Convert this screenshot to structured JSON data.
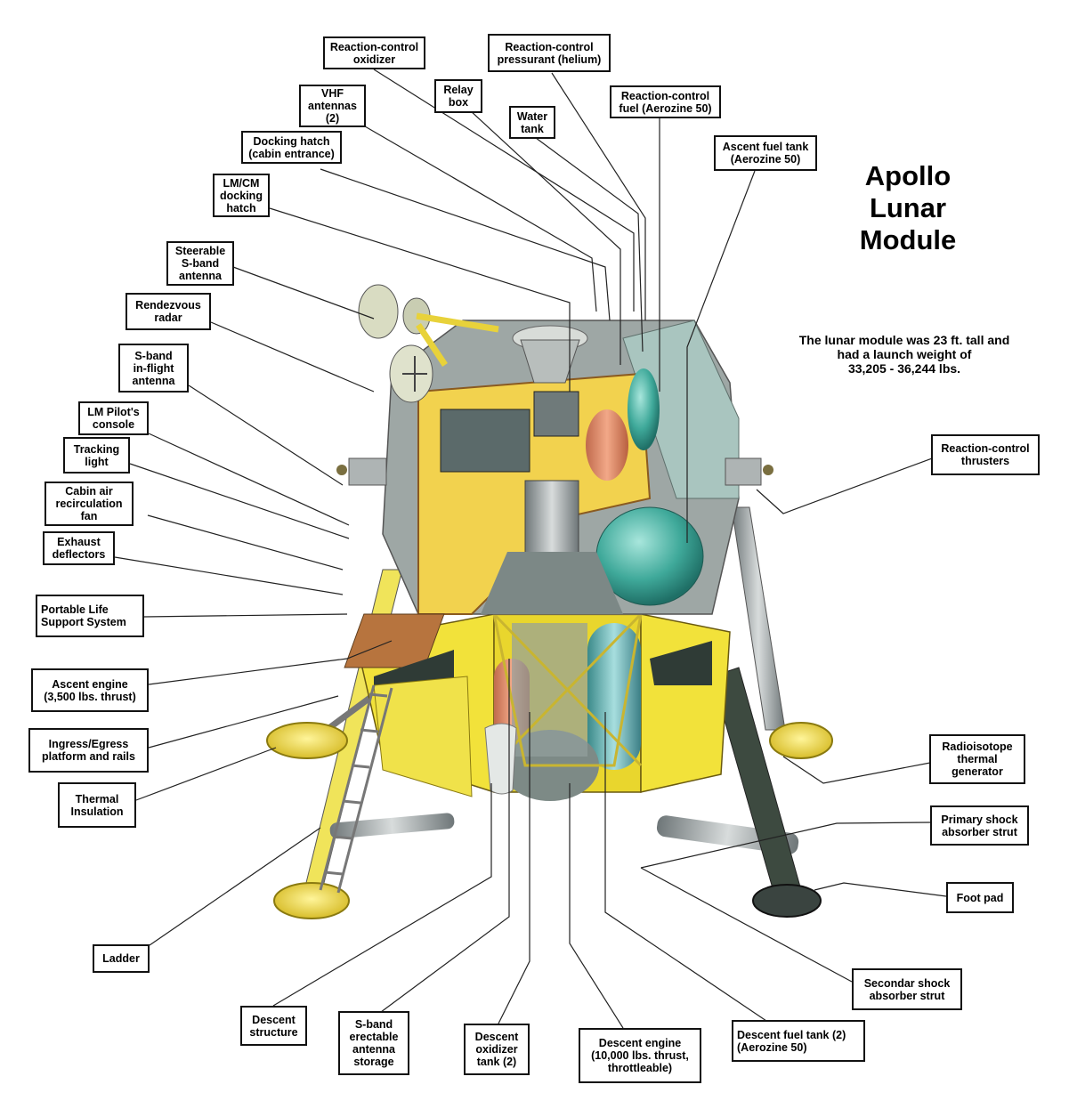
{
  "title": "Apollo\nLunar\nModule",
  "subtitle": "The lunar module was 23 ft. tall and\nhad a launch weight of\n33,205 - 36,244 lbs.",
  "labels": {
    "rc_oxidizer": "Reaction-control\noxidizer",
    "rc_pressurant": "Reaction-control\npressurant (helium)",
    "relay_box": "Relay\nbox",
    "vhf_antennas": "VHF\nantennas\n(2)",
    "water_tank": "Water\ntank",
    "rc_fuel": "Reaction-control\nfuel (Aerozine 50)",
    "docking_hatch": "Docking hatch\n(cabin entrance)",
    "ascent_fuel_tank": "Ascent fuel tank\n(Aerozine 50)",
    "lmcm_hatch": "LM/CM\ndocking\nhatch",
    "steerable_antenna": "Steerable\nS-band\nantenna",
    "rendezvous_radar": "Rendezvous\nradar",
    "sband_inflight": "S-band\nin-flight\nantenna",
    "lm_pilot_console": "LM Pilot's\nconsole",
    "tracking_light": "Tracking\nlight",
    "cabin_fan": "Cabin air\nrecirculation\nfan",
    "exhaust_deflectors": "Exhaust\ndeflectors",
    "plss": "Portable Life\nSupport System",
    "ascent_engine": "Ascent engine\n(3,500 lbs. thrust)",
    "ingress_platform": "Ingress/Egress\nplatform and rails",
    "thermal_insulation": "Thermal\nInsulation",
    "ladder": "Ladder",
    "rc_thrusters": "Reaction-control\nthrusters",
    "rtg": "Radioisotope\nthermal\ngenerator",
    "primary_strut": "Primary shock\nabsorber strut",
    "foot_pad": "Foot pad",
    "secondary_strut": "Secondar shock\nabsorber strut",
    "descent_fuel_tank": "Descent fuel tank (2)\n(Aerozine 50)",
    "descent_structure": "Descent\nstructure",
    "sband_erectable": "S-band\nerectable\nantenna\nstorage",
    "descent_oxidizer": "Descent\noxidizer\ntank (2)",
    "descent_engine": "Descent engine\n(10,000 lbs. thrust,\nthrottleable)"
  },
  "colors": {
    "yellow": "#f2e23a",
    "teal": "#5fb8a8",
    "salmon": "#e8906c",
    "gray": "#a7aeb0",
    "gold": "#e6cf3a"
  }
}
